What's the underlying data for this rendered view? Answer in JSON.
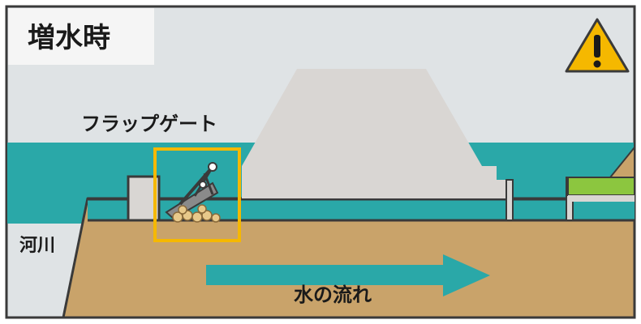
{
  "title": "増水時",
  "labels": {
    "gate": "フラップゲート",
    "river": "河川",
    "flow": "水の流れ"
  },
  "icons": {
    "warning": "warning-triangle-icon"
  },
  "colors": {
    "sky": "#dfe3e5",
    "water": "#2aa8a8",
    "ground": "#c9a36a",
    "levee": "#d9d6d3",
    "outline": "#3a3a3a",
    "highlight": "#f5b800",
    "grass": "#8cc63f",
    "arrow": "#2aa8a8",
    "warning_fill": "#f5b800"
  }
}
